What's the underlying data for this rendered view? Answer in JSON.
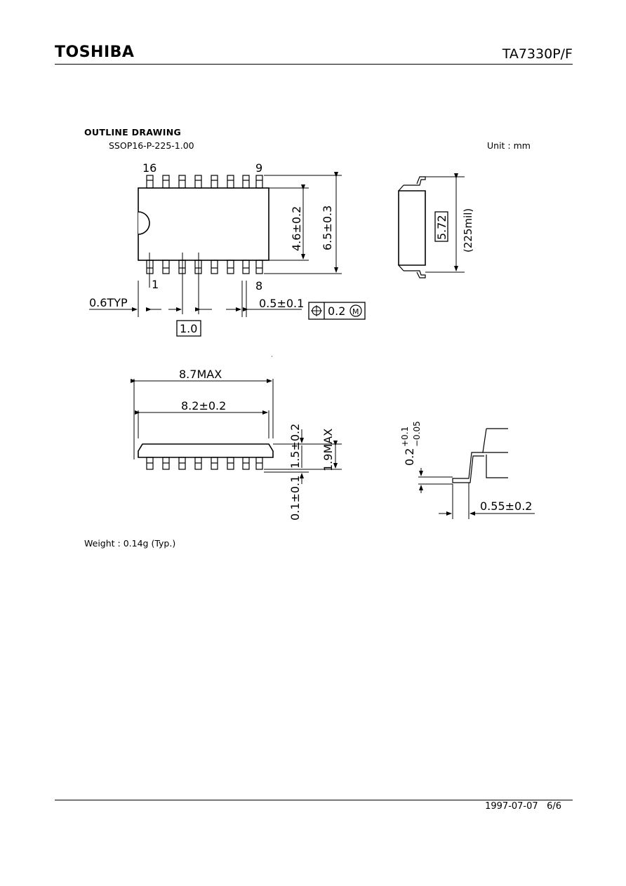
{
  "header": {
    "brand": "TOSHIBA",
    "part_number": "TA7330P/F"
  },
  "outline": {
    "title": "OUTLINE DRAWING",
    "package": "SSOP16-P-225-1.00",
    "unit": "Unit : mm"
  },
  "top_view": {
    "pin_16": "16",
    "pin_9": "9",
    "pin_1": "1",
    "pin_8": "8",
    "lead_width": "0.6TYP",
    "pitch": "1.0",
    "lead_tol": "0.5±0.1",
    "position_tol": "0.2",
    "position_mod": "M",
    "body_width": "4.6±0.2",
    "overall_width": "6.5±0.3"
  },
  "end_view": {
    "width_box": "5.72",
    "width_mil": "(225mil)"
  },
  "side_view": {
    "max_len": "8.7MAX",
    "body_len": "8.2±0.2",
    "height": "1.5±0.2",
    "max_height": "1.9MAX",
    "standoff": "0.1±0.1"
  },
  "lead_detail": {
    "thickness": "0.2",
    "thickness_plus": "+0.1",
    "thickness_minus": "−0.05",
    "foot": "0.55±0.2"
  },
  "weight": "Weight : 0.14g (Typ.)",
  "footer": {
    "date": "1997-07-07",
    "page": "6/6"
  }
}
